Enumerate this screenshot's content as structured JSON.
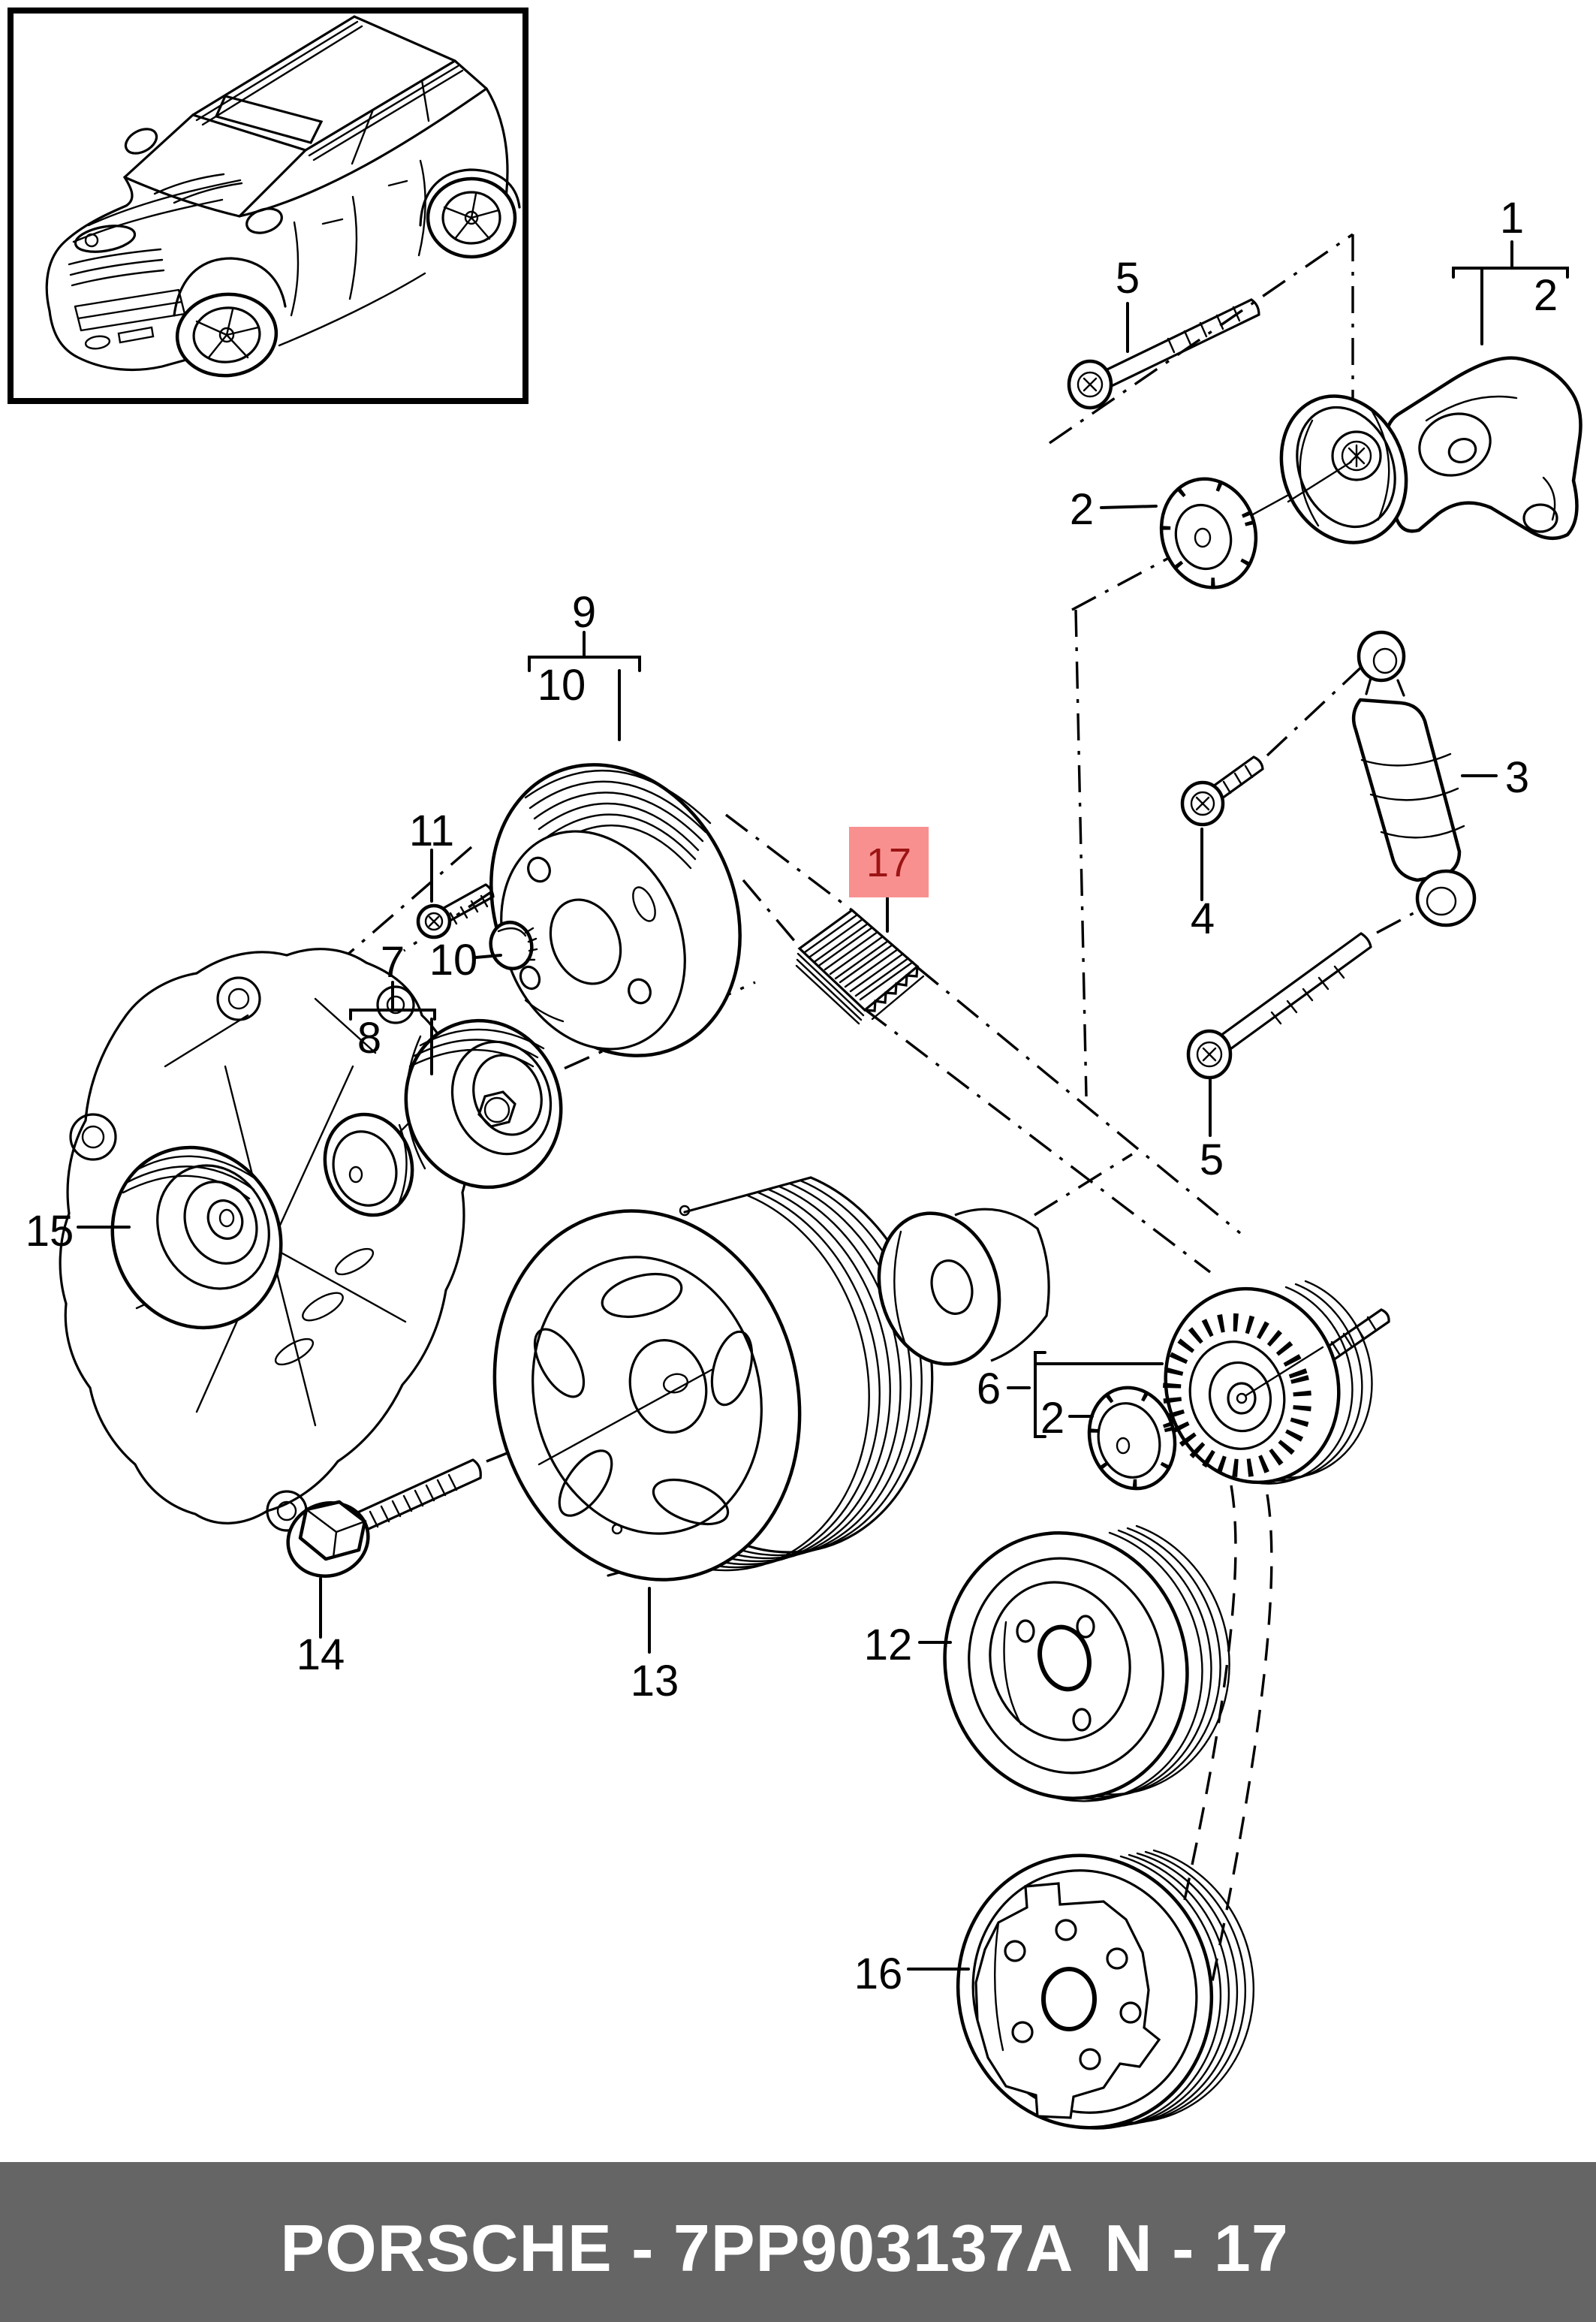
{
  "footer": {
    "brand_code": "PORSCHE - 7PP903137A",
    "page_ref": "N - 17",
    "bg_color": "#656565",
    "text_color": "#ffffff"
  },
  "highlight": {
    "box_color": "#f99090",
    "text_color": "#9c1414"
  },
  "labels": [
    {
      "id": "callout-1",
      "text": "1"
    },
    {
      "id": "callout-2-top",
      "text": "2"
    },
    {
      "id": "callout-5-top",
      "text": "5"
    },
    {
      "id": "callout-2-disc",
      "text": "2"
    },
    {
      "id": "callout-3",
      "text": "3"
    },
    {
      "id": "callout-4",
      "text": "4"
    },
    {
      "id": "callout-5-bottom",
      "text": "5"
    },
    {
      "id": "callout-9",
      "text": "9"
    },
    {
      "id": "callout-10-bracket",
      "text": "10"
    },
    {
      "id": "callout-11",
      "text": "11"
    },
    {
      "id": "callout-10-cap",
      "text": "10"
    },
    {
      "id": "callout-7",
      "text": "7"
    },
    {
      "id": "callout-8",
      "text": "8"
    },
    {
      "id": "callout-15",
      "text": "15"
    },
    {
      "id": "callout-14",
      "text": "14"
    },
    {
      "id": "callout-13",
      "text": "13"
    },
    {
      "id": "callout-6",
      "text": "6"
    },
    {
      "id": "callout-2-washer",
      "text": "2"
    },
    {
      "id": "callout-12",
      "text": "12"
    },
    {
      "id": "callout-16",
      "text": "16"
    },
    {
      "id": "callout-17",
      "text": "17"
    }
  ]
}
